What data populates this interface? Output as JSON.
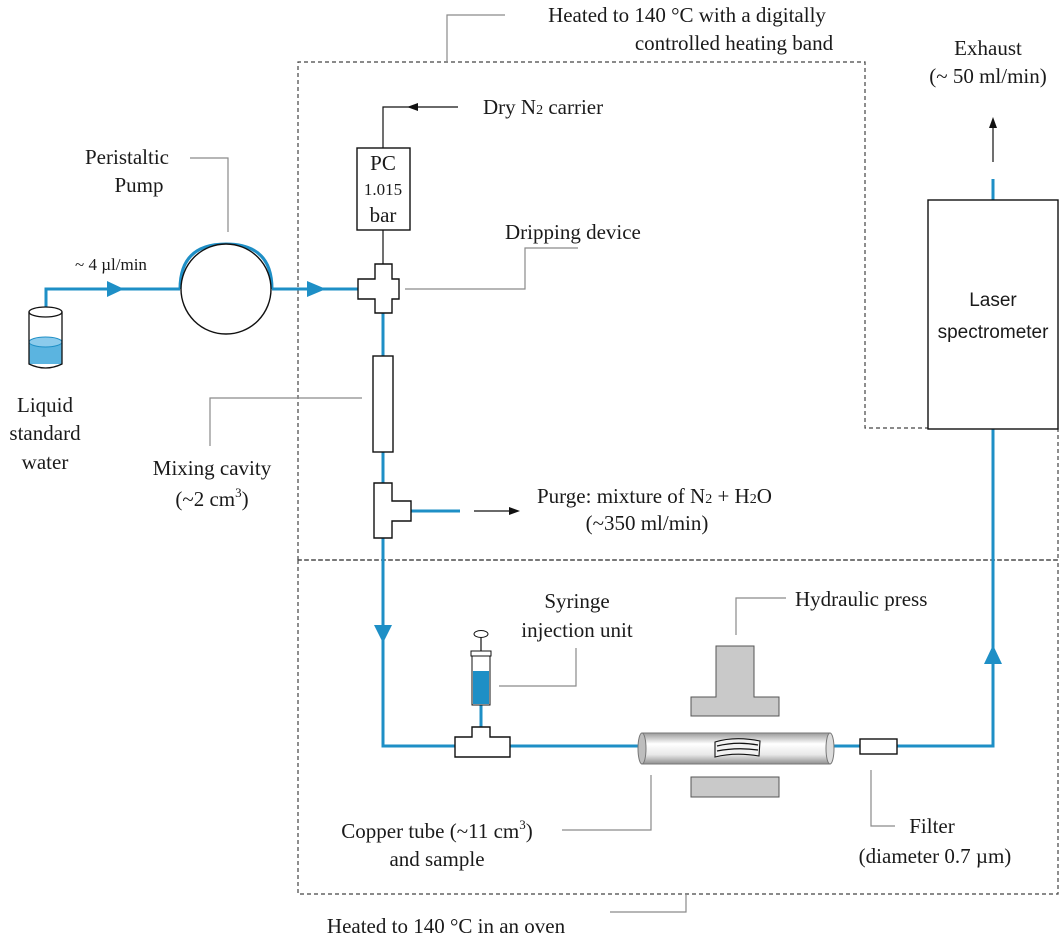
{
  "labels": {
    "heated_band_line1": "Heated to 140 °C with a digitally",
    "heated_band_line2": "controlled heating band",
    "exhaust_line1": "Exhaust",
    "exhaust_line2": "(~ 50 ml/min)",
    "dry_n2_prefix": "Dry N",
    "dry_n2_sub": "2",
    "dry_n2_suffix": " carrier",
    "pc_line1": "PC",
    "pc_line2": "1.015",
    "pc_line3": "bar",
    "dripping_device": "Dripping device",
    "pump_line1": "Peristaltic",
    "pump_line2": "Pump",
    "flow_rate": "~ 4 µl/min",
    "laser_line1": "Laser",
    "laser_line2": "spectrometer",
    "liquid_line1": "Liquid",
    "liquid_line2": "standard",
    "liquid_line3": "water",
    "mixing_line1": "Mixing cavity",
    "mixing_line2_a": "(~2 cm",
    "mixing_line2_sup": "3",
    "mixing_line2_b": ")",
    "purge_a": "Purge: mixture of N",
    "purge_sub1": "2",
    "purge_b": " + H",
    "purge_sub2": "2",
    "purge_c": "O",
    "purge_line2": "(~350 ml/min)",
    "syringe_line1": "Syringe",
    "syringe_line2": "injection unit",
    "hydraulic_press": "Hydraulic press",
    "copper_line1_a": "Copper tube  (~11 cm",
    "copper_line1_sup": "3",
    "copper_line1_b": ")",
    "copper_line2": "and sample",
    "filter_line1": "Filter",
    "filter_line2": "(diameter 0.7 µm)",
    "oven": "Heated to 140 °C in an oven"
  },
  "colors": {
    "pipe": "#1e8fc6",
    "water": "#5bb4e0",
    "press": "#c9c9c9",
    "tube_light": "#ffffff",
    "tube_dark": "#9a9a9a"
  }
}
